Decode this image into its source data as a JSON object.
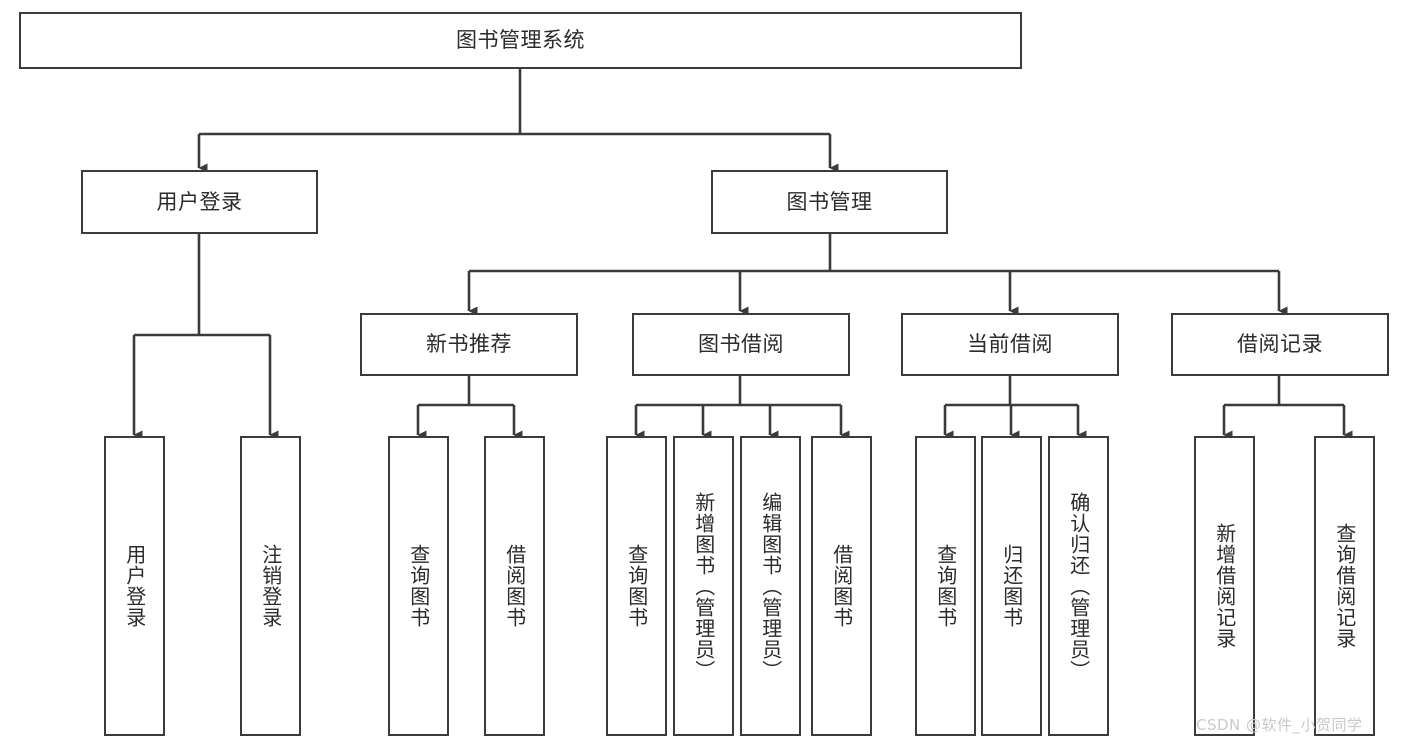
{
  "diagram": {
    "type": "tree",
    "title": "图书管理系统",
    "theme": {
      "background": "#ffffff",
      "box_border": "#3b3b3b",
      "box_fill": "#ffffff",
      "text": "#2b2b2b",
      "connector": "#3b3b3b",
      "watermark": "#c9c9c9"
    },
    "root": {
      "label": "图书管理系统"
    },
    "level1": [
      {
        "label": "用户登录"
      },
      {
        "label": "图书管理"
      }
    ],
    "level2": [
      {
        "label": "新书推荐"
      },
      {
        "label": "图书借阅"
      },
      {
        "label": "当前借阅"
      },
      {
        "label": "借阅记录"
      }
    ],
    "leaves": {
      "user_login": [
        {
          "label": "用户登录"
        },
        {
          "label": "注销登录"
        }
      ],
      "new_book": [
        {
          "label": "查询图书"
        },
        {
          "label": "借阅图书"
        }
      ],
      "book_borrow": [
        {
          "label": "查询图书"
        },
        {
          "label": "新增图书（管理员）"
        },
        {
          "label": "编辑图书（管理员）"
        },
        {
          "label": "借阅图书"
        }
      ],
      "current_borrow": [
        {
          "label": "查询图书"
        },
        {
          "label": "归还图书"
        },
        {
          "label": "确认归还（管理员）"
        }
      ],
      "borrow_record": [
        {
          "label": "新增借阅记录"
        },
        {
          "label": "查询借阅记录"
        }
      ]
    }
  },
  "watermark": {
    "text": "CSDN @软件_小贺同学"
  }
}
